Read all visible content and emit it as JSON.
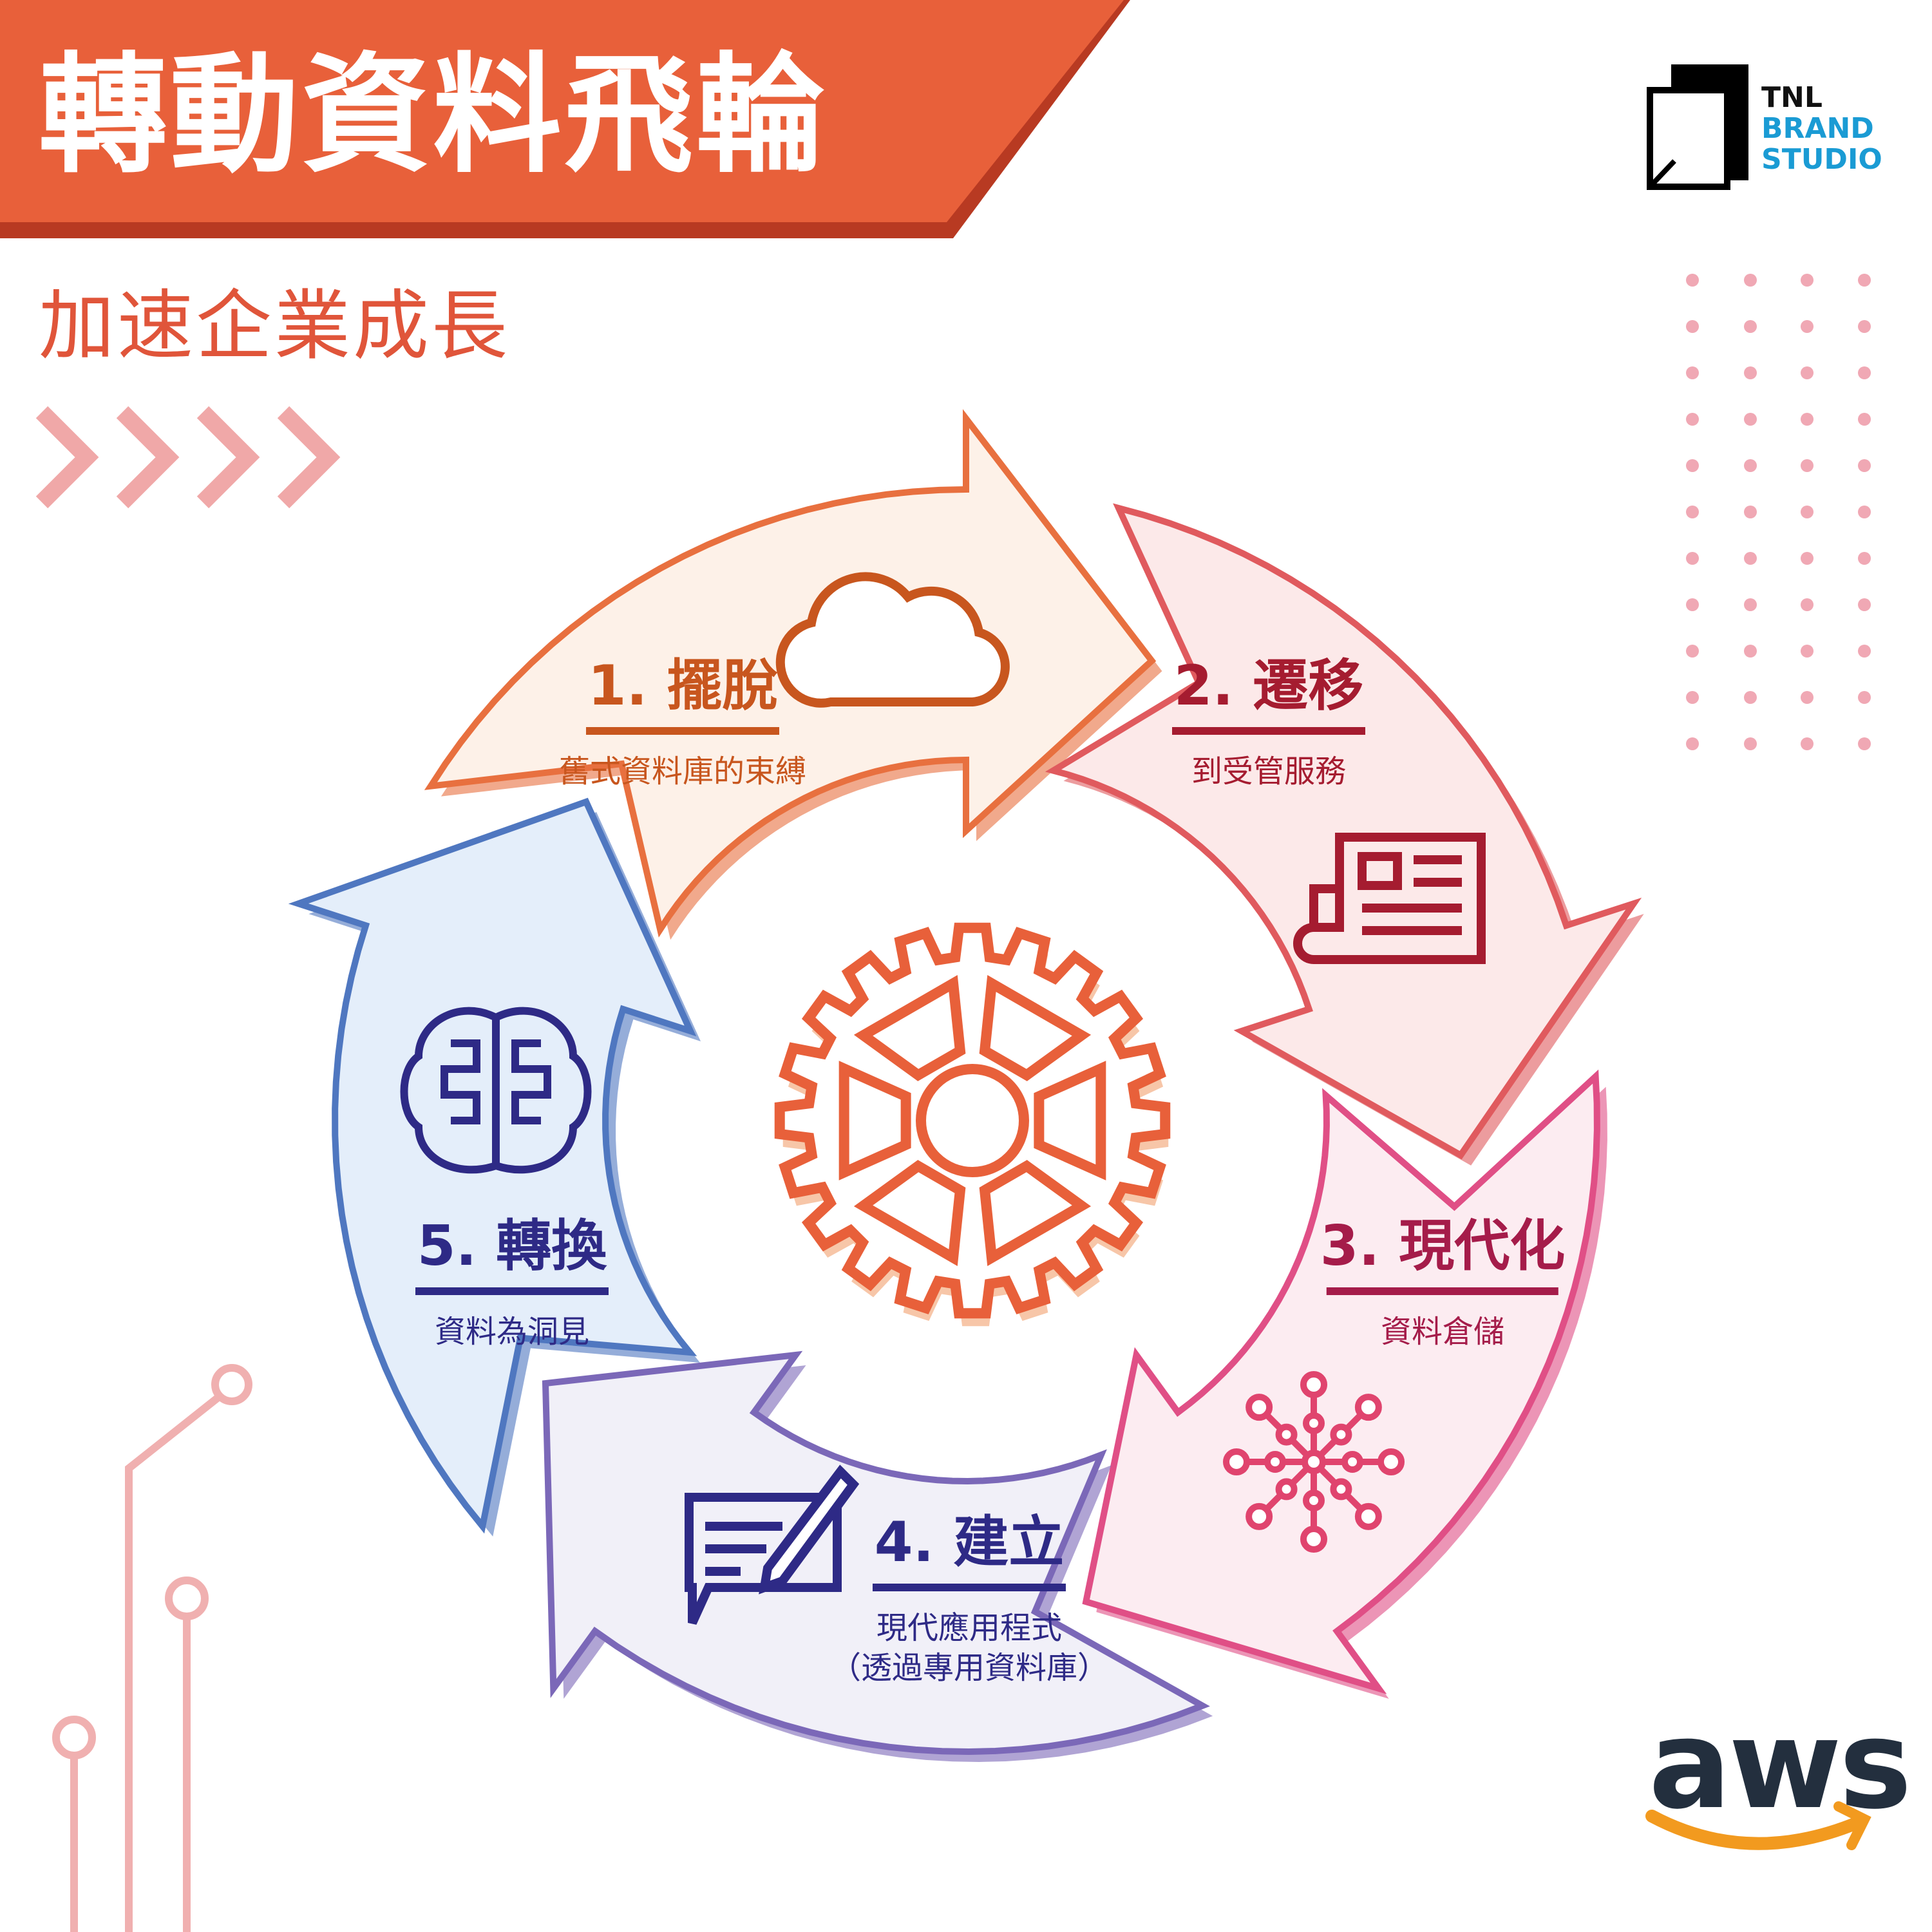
{
  "header": {
    "title": "轉動資料飛輪",
    "subtitle": "加速企業成長"
  },
  "brand": {
    "line1": "TNL",
    "line2": "BRAND",
    "line3": "STUDIO"
  },
  "steps": [
    {
      "title": "1. 擺脫",
      "desc": "舊式資料庫的束縛",
      "color": "#c8561e",
      "fill": "#fdf1e8",
      "edge": "#e8703f",
      "icon": "cloud-icon"
    },
    {
      "title": "2. 遷移",
      "desc": "到受管服務",
      "color": "#a51c30",
      "fill": "#fce9e9",
      "edge": "#e05a5e",
      "icon": "newspaper-icon"
    },
    {
      "title": "3. 現代化",
      "desc": "資料倉儲",
      "color": "#a51c4a",
      "fill": "#fcecf1",
      "edge": "#e04f86",
      "icon": "network-icon"
    },
    {
      "title": "4. 建立",
      "desc": "現代應用程式",
      "desc2": "（透過專用資料庫）",
      "color": "#2e2a86",
      "fill": "#f1f0f8",
      "edge": "#7b68b8",
      "icon": "document-pen-icon"
    },
    {
      "title": "5. 轉換",
      "desc": "資料為洞見",
      "color": "#2e2a86",
      "fill": "#e4eefa",
      "edge": "#4f77c0",
      "icon": "brain-icon"
    }
  ],
  "center_icon": "gear-icon",
  "footer": {
    "logo": "aws"
  },
  "colors": {
    "banner": "#e8603a",
    "banner_shadow": "#b83a22",
    "accent_pink": "#f0a8a8",
    "aws_orange": "#f29a1f"
  }
}
